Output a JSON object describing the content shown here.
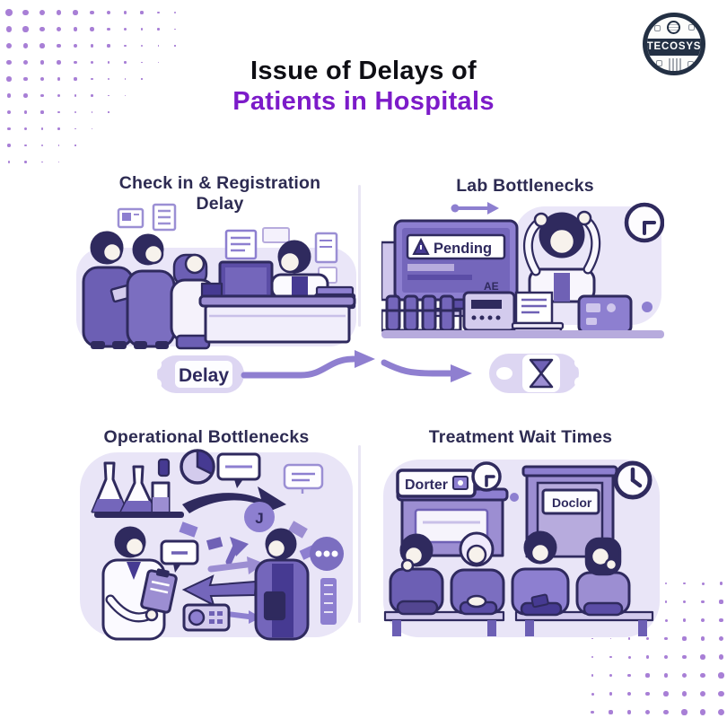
{
  "title": {
    "line1": "Issue of Delays of",
    "line2": "Patients in Hospitals"
  },
  "logo": {
    "text": "TECOSYS"
  },
  "sections": {
    "checkin": {
      "heading_line1": "Check in & Registration",
      "heading_line2": "Delay"
    },
    "lab": {
      "heading": "Lab Bottlenecks",
      "screen_status": "Pending",
      "screen_code": "AE"
    },
    "operational": {
      "heading": "Operational Bottlenecks",
      "bubble_glyph": "J"
    },
    "treatment": {
      "heading": "Treatment Wait Times",
      "left_door_sign": "Dorter",
      "right_door_sign": "Doclor"
    }
  },
  "flow": {
    "delay_label": "Delay"
  },
  "colors": {
    "title_accent": "#7c1bc9",
    "heading": "#2d2b52",
    "dot": "#a87fd6",
    "arrow": "#8f7fd0",
    "outline": "#2f2a5e",
    "mid_purple": "#7466bb",
    "light_lavender": "#d3cbed",
    "pale_lavender": "#e9e5f7",
    "logo_navy": "#233044"
  }
}
